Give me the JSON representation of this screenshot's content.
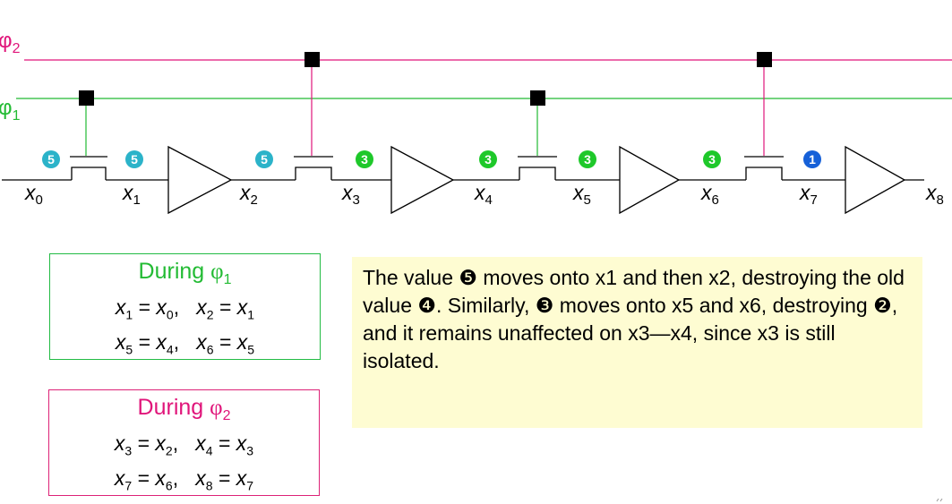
{
  "clocks": {
    "phi2": {
      "symbol": "φ",
      "sub": "2",
      "color": "#e0157a"
    },
    "phi1": {
      "symbol": "φ",
      "sub": "1",
      "color": "#22bb33"
    }
  },
  "wire_labels": [
    {
      "name": "x",
      "sub": "0"
    },
    {
      "name": "x",
      "sub": "1"
    },
    {
      "name": "x",
      "sub": "2"
    },
    {
      "name": "x",
      "sub": "3"
    },
    {
      "name": "x",
      "sub": "4"
    },
    {
      "name": "x",
      "sub": "5"
    },
    {
      "name": "x",
      "sub": "6"
    },
    {
      "name": "x",
      "sub": "7"
    },
    {
      "name": "x",
      "sub": "8"
    }
  ],
  "value_badges": [
    {
      "text": "5",
      "color": "#2bb3c9"
    },
    {
      "text": "5",
      "color": "#2bb3c9"
    },
    {
      "text": "5",
      "color": "#2bb3c9"
    },
    {
      "text": "3",
      "color": "#1ec82a"
    },
    {
      "text": "3",
      "color": "#1ec82a"
    },
    {
      "text": "3",
      "color": "#1ec82a"
    },
    {
      "text": "3",
      "color": "#1ec82a"
    },
    {
      "text": "1",
      "color": "#1560d8"
    }
  ],
  "colors": {
    "phi1_line": "#22bb33",
    "phi2_line": "#e0157a",
    "wire": "#000000",
    "note_bg": "#fefcd2"
  },
  "phase1_box": {
    "title": "During ",
    "phi": "φ",
    "sub": "1",
    "row1": {
      "a": "x",
      "as": "1",
      "b": "x",
      "bs": "0",
      "c": "x",
      "cs": "2",
      "d": "x",
      "ds": "1"
    },
    "row2": {
      "a": "x",
      "as": "5",
      "b": "x",
      "bs": "4",
      "c": "x",
      "cs": "6",
      "d": "x",
      "ds": "5"
    }
  },
  "phase2_box": {
    "title": "During ",
    "phi": "φ",
    "sub": "2",
    "row1": {
      "a": "x",
      "as": "3",
      "b": "x",
      "bs": "2",
      "c": "x",
      "cs": "4",
      "d": "x",
      "ds": "3"
    },
    "row2": {
      "a": "x",
      "as": "7",
      "b": "x",
      "bs": "6",
      "c": "x",
      "cs": "8",
      "d": "x",
      "ds": "7"
    }
  },
  "note": {
    "p1": "The value ",
    "c1": "❺",
    "p2": " moves onto x1 and then x2, destroying the old value ",
    "c2": "❹",
    "p3": ". Similarly, ",
    "c3": "❸",
    "p4": " moves onto x5 and x6, destroying ",
    "c4": "❷",
    "p5": ", and it remains unaffected on x3—x4, since x3 is still isolated."
  }
}
